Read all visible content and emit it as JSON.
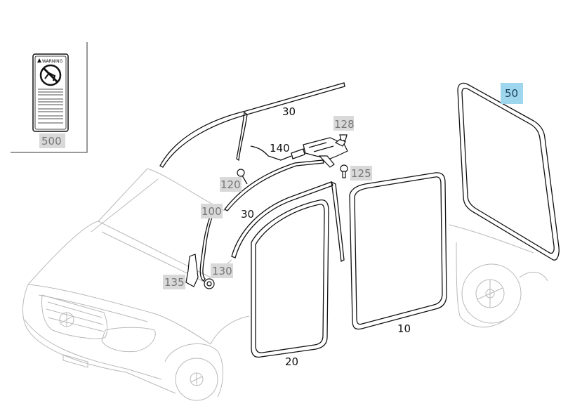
{
  "diagram": {
    "callouts": {
      "c10": "10",
      "c20": "20",
      "c30_roof": "30",
      "c30_pillar": "30",
      "c50": "50",
      "c100": "100",
      "c120": "120",
      "c125": "125",
      "c128": "128",
      "c130": "130",
      "c135": "135",
      "c140": "140",
      "c500": "500"
    },
    "warning_label": {
      "heading": "WARNING"
    },
    "highlight_color": "#9ed6ee",
    "secondary_label_color": "#d9d9d9"
  }
}
